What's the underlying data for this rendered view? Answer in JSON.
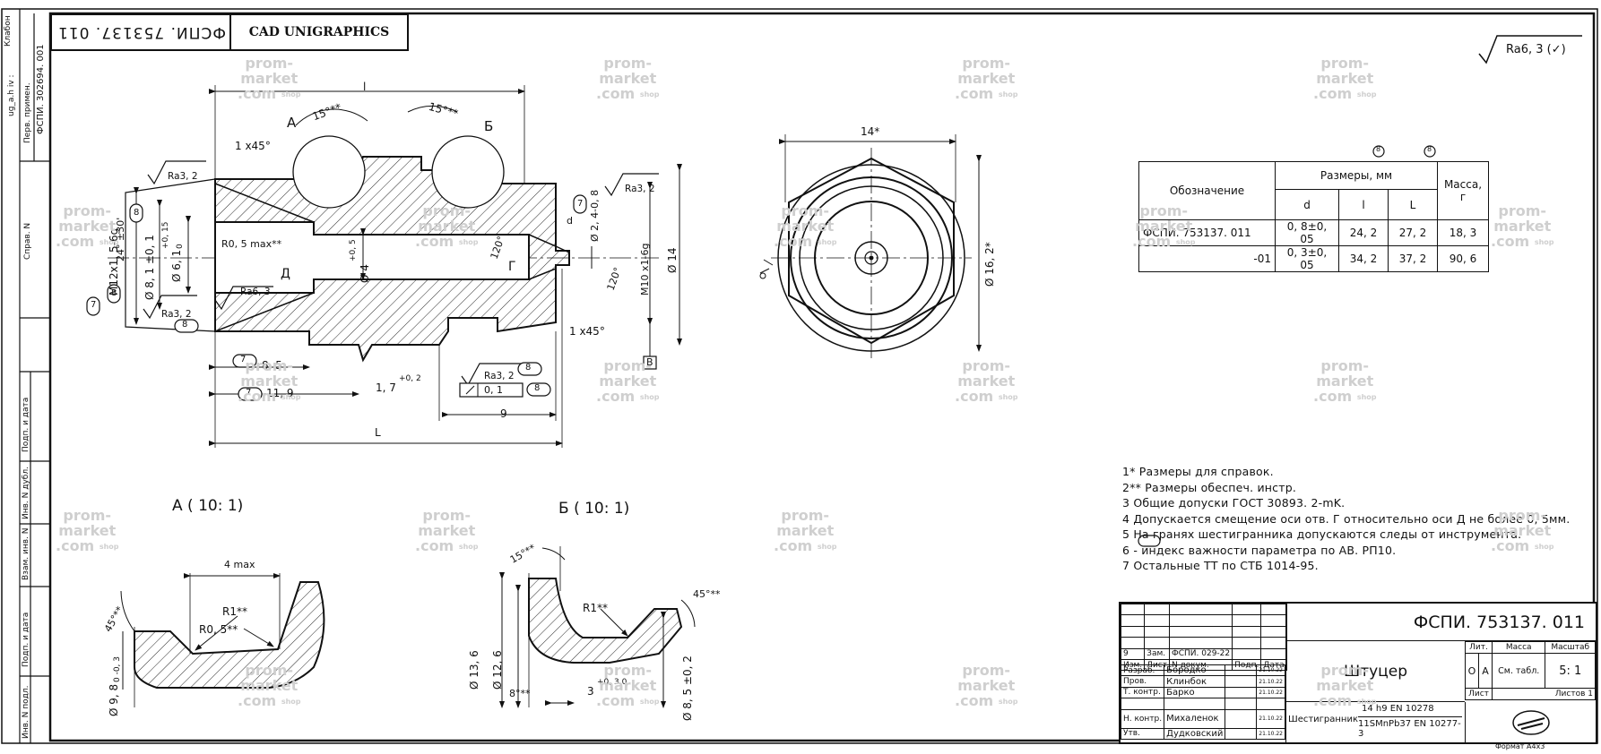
{
  "header": {
    "doc_code_rotated": "ФСПИ. 753137. 011",
    "cad": "CAD UNIGRAPHICS",
    "roughness_general": "Ra6, 3",
    "left_doc_code": "ФСПИ. 302694. 001"
  },
  "side_labels": {
    "top_small": [
      "Клабон",
      "ug_a.h iv :"
    ],
    "perv_primen": "Перв. примен.",
    "sprav_n": "Справ. N",
    "podp_data": "Подп. и дата",
    "inv_dubl": "Инв. N дубл.",
    "vzam_inv": "Взам. инв. N",
    "podp_data2": "Подп. и дата",
    "inv_podl": "Инв. N подл."
  },
  "drawing": {
    "dims": {
      "l": "l",
      "L": "L",
      "chamfer1": "1 x45°",
      "chamfer2": "1 x45°",
      "angle15_a": "15°**",
      "angle15_b": "15°**",
      "ra32_a": "Ra3, 2",
      "ra32_b": "Ra3, 2",
      "ra32_c": "Ra3, 2",
      "ra32_d": "Ra3, 2",
      "ra63": "Ra6, 3",
      "thread": "M12x1, 5-6g",
      "angle24": "24° ±30'",
      "d81": "Ø 8, 1 ±0, 1",
      "d61": "Ø 6, 1",
      "tol015": "+0, 15",
      "tol0": "0",
      "r05max": "R0, 5 max**",
      "d4": "Ø 4",
      "tol05": "+0, 5",
      "angle120a": "120°",
      "angle120b": "120°",
      "d24": "Ø 2, 4-0, 8",
      "thread2": "M10 x1-6g",
      "d14": "Ø 14",
      "dlen85": "8, 5",
      "dlen119": "11, 9",
      "dlen17": "1, 7",
      "tol02": "+0, 2",
      "dlen9": "9",
      "runout": "0, 1",
      "letter_d": "d",
      "letter_G": "Г",
      "letter_D": "Д",
      "letter_V": "В",
      "letter_A": "А",
      "letter_B": "Б",
      "num7": "7",
      "num8": "8"
    },
    "hex": {
      "d14": "14*",
      "d162": "Ø 16, 2*"
    },
    "detailA": {
      "title": "А ( 10: 1)",
      "w4": "4 max",
      "r1": "R1**",
      "r05": "R0, 5**",
      "ang45": "45°**",
      "d98": "Ø 9, 8",
      "tol": "0 -0, 3"
    },
    "detailB": {
      "title": "Б ( 10: 1)",
      "ang15": "15°**",
      "r1": "R1**",
      "ang45": "45°**",
      "d136": "Ø 13, 6",
      "d126": "Ø 12, 6",
      "ang8": "8°**",
      "len3": "3",
      "tol03": "+0, 3 0",
      "d85": "Ø 8, 5 ±0, 2"
    }
  },
  "spec_table": {
    "circle_marks": [
      "8",
      "8"
    ],
    "head": {
      "designation": "Обозначение",
      "sizes": "Размеры,  мм",
      "mass": "Масса,",
      "mass_unit": "г",
      "d": "d",
      "l": "l",
      "L": "L"
    },
    "rows": [
      {
        "code": "ФСПИ. 753137. 011",
        "d": "0, 8±0, 05",
        "l": "24, 2",
        "L": "27, 2",
        "mass": "18, 3"
      },
      {
        "code": "-01",
        "d": "0, 3±0, 05",
        "l": "34, 2",
        "L": "37, 2",
        "mass": "90, 6"
      }
    ]
  },
  "notes": [
    "1* Размеры для справок.",
    "2** Размеры обеспеч.  инстр.",
    "3 Общие допуски ГОСТ 30893. 2-mK.",
    "4 Допускается смещение оси отв. Г относительно оси Д не более 0, 5мм.",
    "5 На гранях шестигранника допускаются следы от инструмента.",
    "6        - индекс важности параметра по АВ. РП10.",
    "7 Остальные ТТ по СТБ 1014-95."
  ],
  "title_block": {
    "code": "ФСПИ. 753137. 011",
    "name": "Штуцер",
    "material_label": "Шестигранник",
    "material_1": "14 h9 EN 10278",
    "material_2": "11SMnPb37 EN 10277-3",
    "lit_label": "Лит.",
    "mass_label": "Масса",
    "scale_label": "Масштаб",
    "lit_1": "О",
    "lit_2": "А",
    "mass_val": "См. табл.",
    "scale_val": "5: 1",
    "sheet_label": "Лист",
    "sheets_label": "Листов 1",
    "format": "Формат А4х3",
    "rev_row": [
      "9",
      "Зам.",
      "ФСПИ. 029-22",
      "",
      "",
      ""
    ],
    "head_row": [
      "Изм.",
      "Лист",
      "N  докум.",
      "Подп.",
      "Дата"
    ],
    "roles": [
      {
        "role": "Разраб.",
        "name": "Бородко",
        "date": "21.10.22"
      },
      {
        "role": "Пров.",
        "name": "Клинбок",
        "date": "21.10.22"
      },
      {
        "role": "Т. контр.",
        "name": "Барко",
        "date": "21.10.22"
      },
      {
        "role": "",
        "name": "",
        "date": ""
      },
      {
        "role": "Н. контр.",
        "name": "Михаленок",
        "date": "21.10.22"
      },
      {
        "role": "Утв.",
        "name": "Дудковский",
        "date": "21.10.22"
      }
    ]
  },
  "watermark": {
    "line1": "prom-",
    "line2": "market",
    "line3": ".com",
    "shop": "shop"
  }
}
